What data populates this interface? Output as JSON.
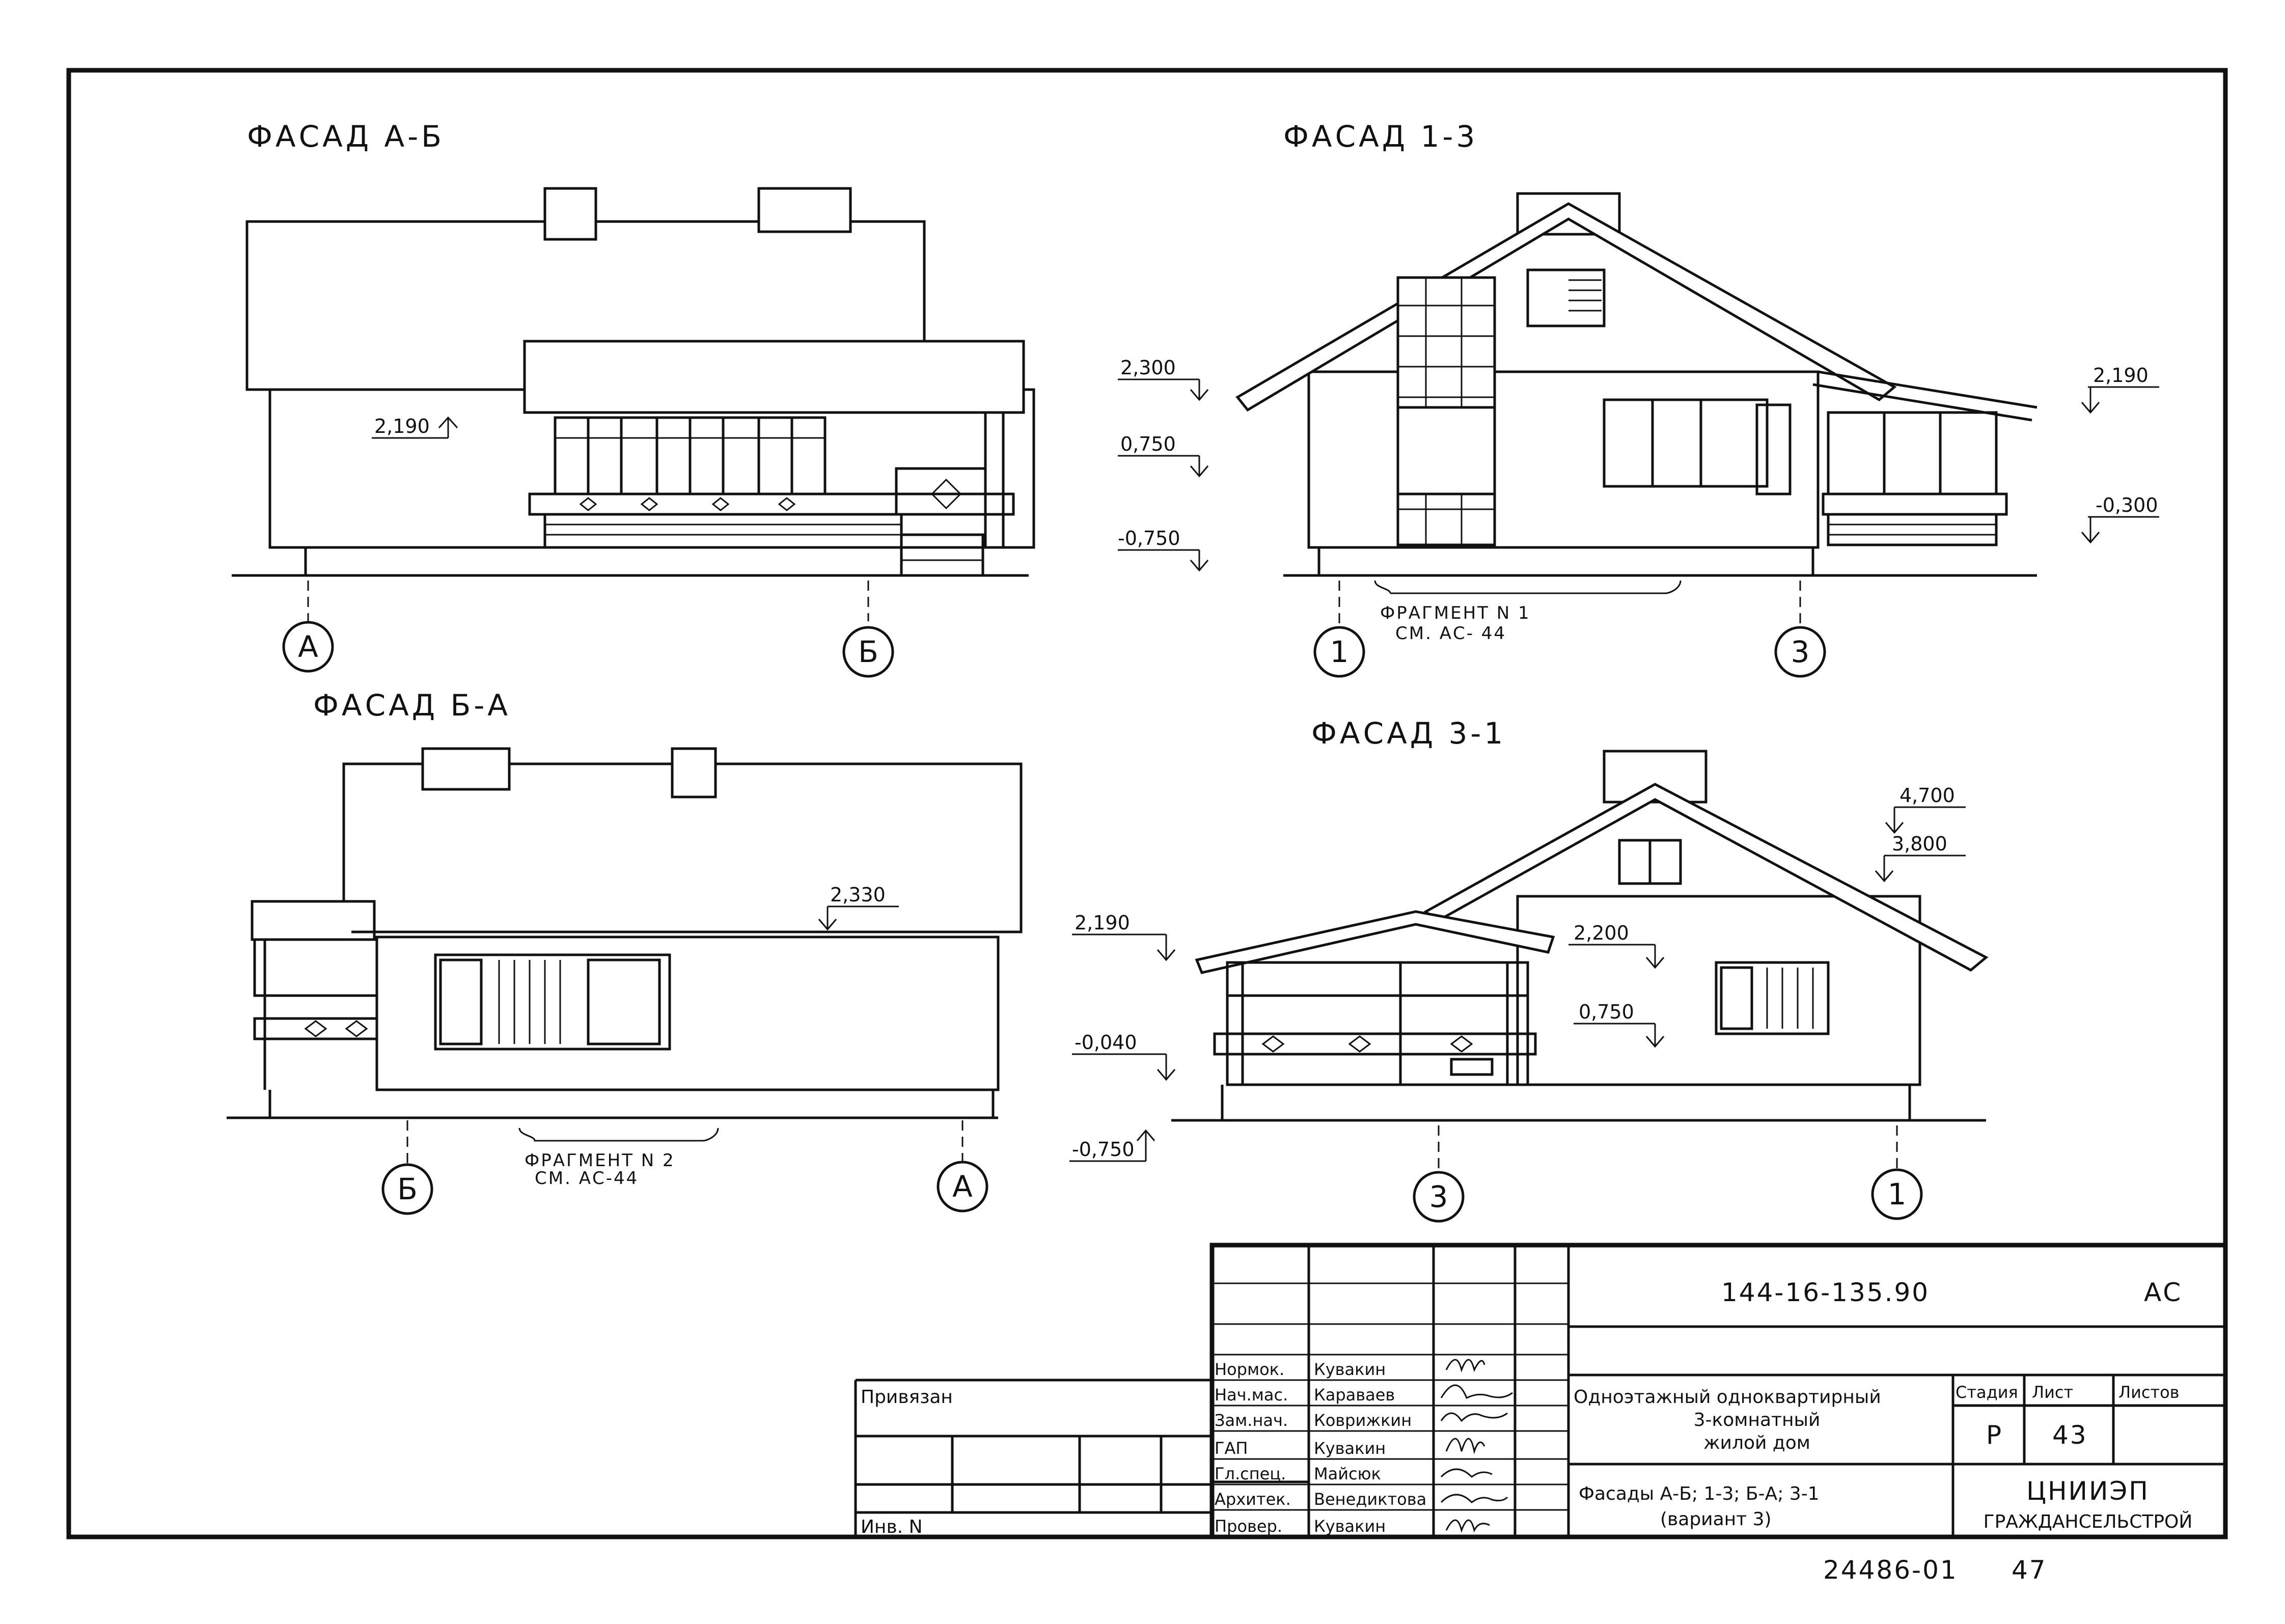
{
  "titles": {
    "facade_ab": "ФАСАД  А-Б",
    "facade_13": "ФАСАД  1-3",
    "facade_ba": "ФАСАД  Б-А",
    "facade_31": "ФАСАД  3-1"
  },
  "levels": {
    "ab_2190": "2,190",
    "f13_2300": "2,300",
    "f13_0750": "0,750",
    "f13_m0750": "-0,750",
    "f13_2190": "2,190",
    "f13_m0300": "-0,300",
    "ba_2330": "2,330",
    "f31_4700": "4,700",
    "f31_3800": "3,800",
    "f31_2190": "2,190",
    "f31_2200": "2,200",
    "f31_0750": "0,750",
    "f31_m0040": "-0,040",
    "f31_m0750": "-0,750"
  },
  "axes": {
    "ab_left": "А",
    "ab_right": "Б",
    "f13_left": "1",
    "f13_right": "3",
    "ba_left": "Б",
    "ba_right": "А",
    "f31_left": "3",
    "f31_right": "1"
  },
  "fragments": {
    "f1_line1": "ФРАГМЕНТ N 1",
    "f1_line2": "СМ. АС- 44",
    "f2_line1": "ФРАГМЕНТ N 2",
    "f2_line2": "СМ. АС-44"
  },
  "title_block": {
    "code": "144-16-135.90",
    "mark": "АС",
    "privyazan": "Привязан",
    "inv": "Инв. N",
    "roles": [
      "Нормок.",
      "Нач.мас.",
      "Зам.нач.",
      "ГАП",
      "Гл.спец.",
      "Архитек.",
      "Провер."
    ],
    "names": [
      "Кувакин",
      "Караваев",
      "Коврижкин",
      "Кувакин",
      "Майсюк",
      "Венедиктова",
      "Кувакин"
    ],
    "project_1": "Одноэтажный одноквартирный",
    "project_2": "3-комнатный",
    "project_3": "жилой  дом",
    "sheet_title_1": "Фасады А-Б; 1-3; Б-А; 3-1",
    "sheet_title_2": "(вариант 3)",
    "h_stage": "Стадия",
    "h_sheet": "Лист",
    "h_sheets": "Листов",
    "stage": "Р",
    "sheet": "43",
    "org_1": "ЦНИИЭП",
    "org_2": "ГРАЖДАНСЕЛЬСТРОЙ"
  },
  "footer": {
    "archive_no": "24486-01",
    "page_no": "47"
  }
}
